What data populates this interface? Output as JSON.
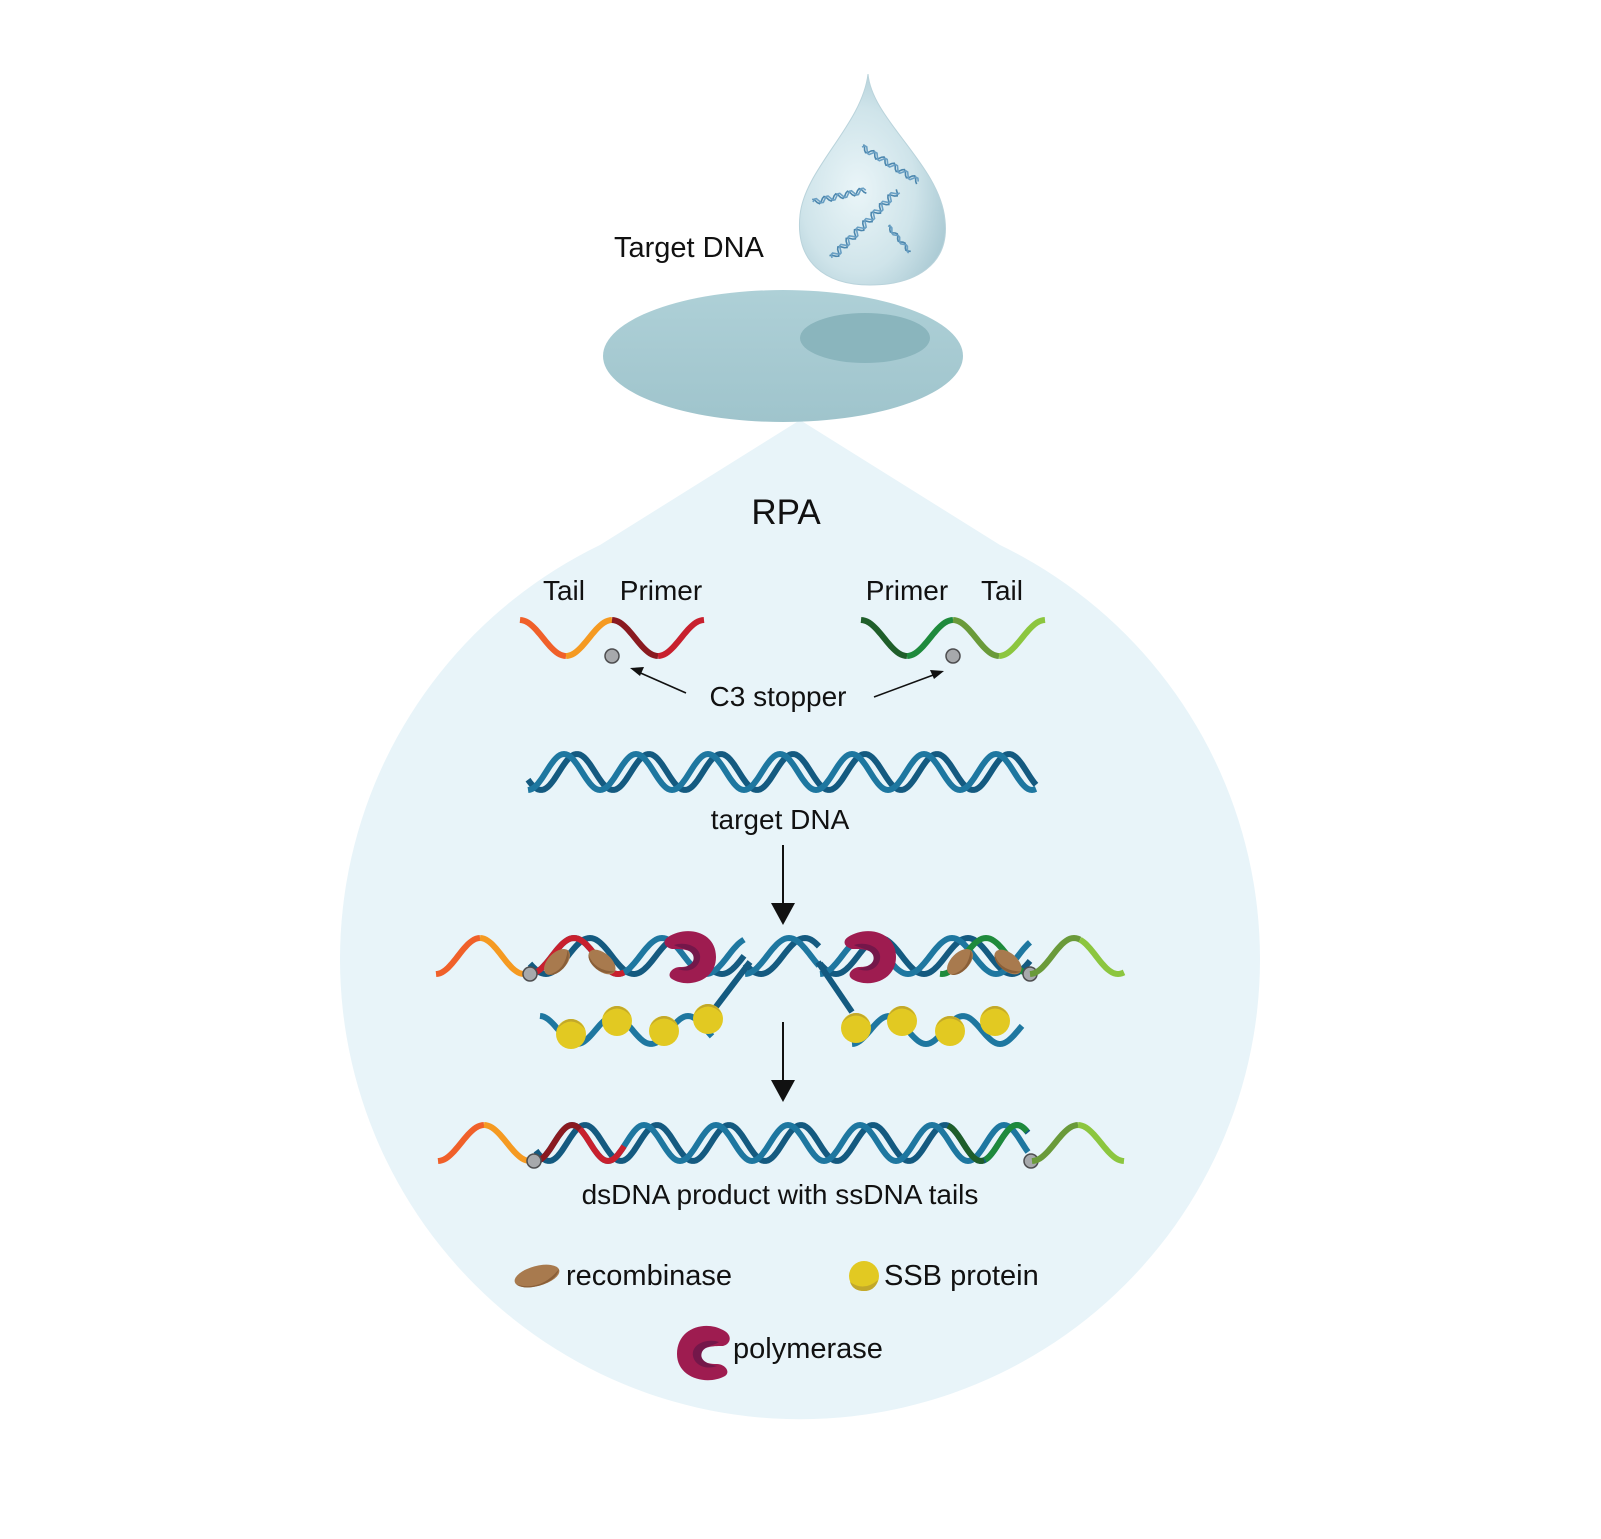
{
  "labels": {
    "sample_title": "Target DNA",
    "method_title": "RPA",
    "left_primer_tail": "Tail",
    "left_primer_primer": "Primer",
    "right_primer_primer": "Primer",
    "right_primer_tail": "Tail",
    "stopper": "C3 stopper",
    "target_dna": "target DNA",
    "product": "dsDNA product with ssDNA tails"
  },
  "legend": [
    {
      "icon": "recombinase-icon",
      "label": "recombinase"
    },
    {
      "icon": "ssb-protein-icon",
      "label": "SSB protein"
    },
    {
      "icon": "polymerase-icon",
      "label": "polymerase"
    }
  ],
  "colors": {
    "background": "#ffffff",
    "bubble": "#e8f4f9",
    "dna_light": "#1e77a0",
    "dna_dark": "#145a80",
    "tail_left_a": "#f0602a",
    "tail_left_b": "#f59a22",
    "primer_left_a": "#8a1a20",
    "primer_left_b": "#c8202e",
    "primer_right_a": "#1f5e2a",
    "primer_right_b": "#1e8a3c",
    "tail_right_a": "#6a9a3a",
    "tail_right_b": "#8cc63f",
    "stopper": "#a7a9ac",
    "recombinase": "#a87a4e",
    "recombinase_dark": "#8a5f38",
    "ssb": "#e2c922",
    "ssb_dark": "#c2a82a",
    "polymerase": "#9e1c50",
    "polymerase_dark": "#74174a",
    "drop": "#c8e0e8",
    "pad": "#a8ccd4",
    "pad_spot": "#8ab5bd"
  }
}
